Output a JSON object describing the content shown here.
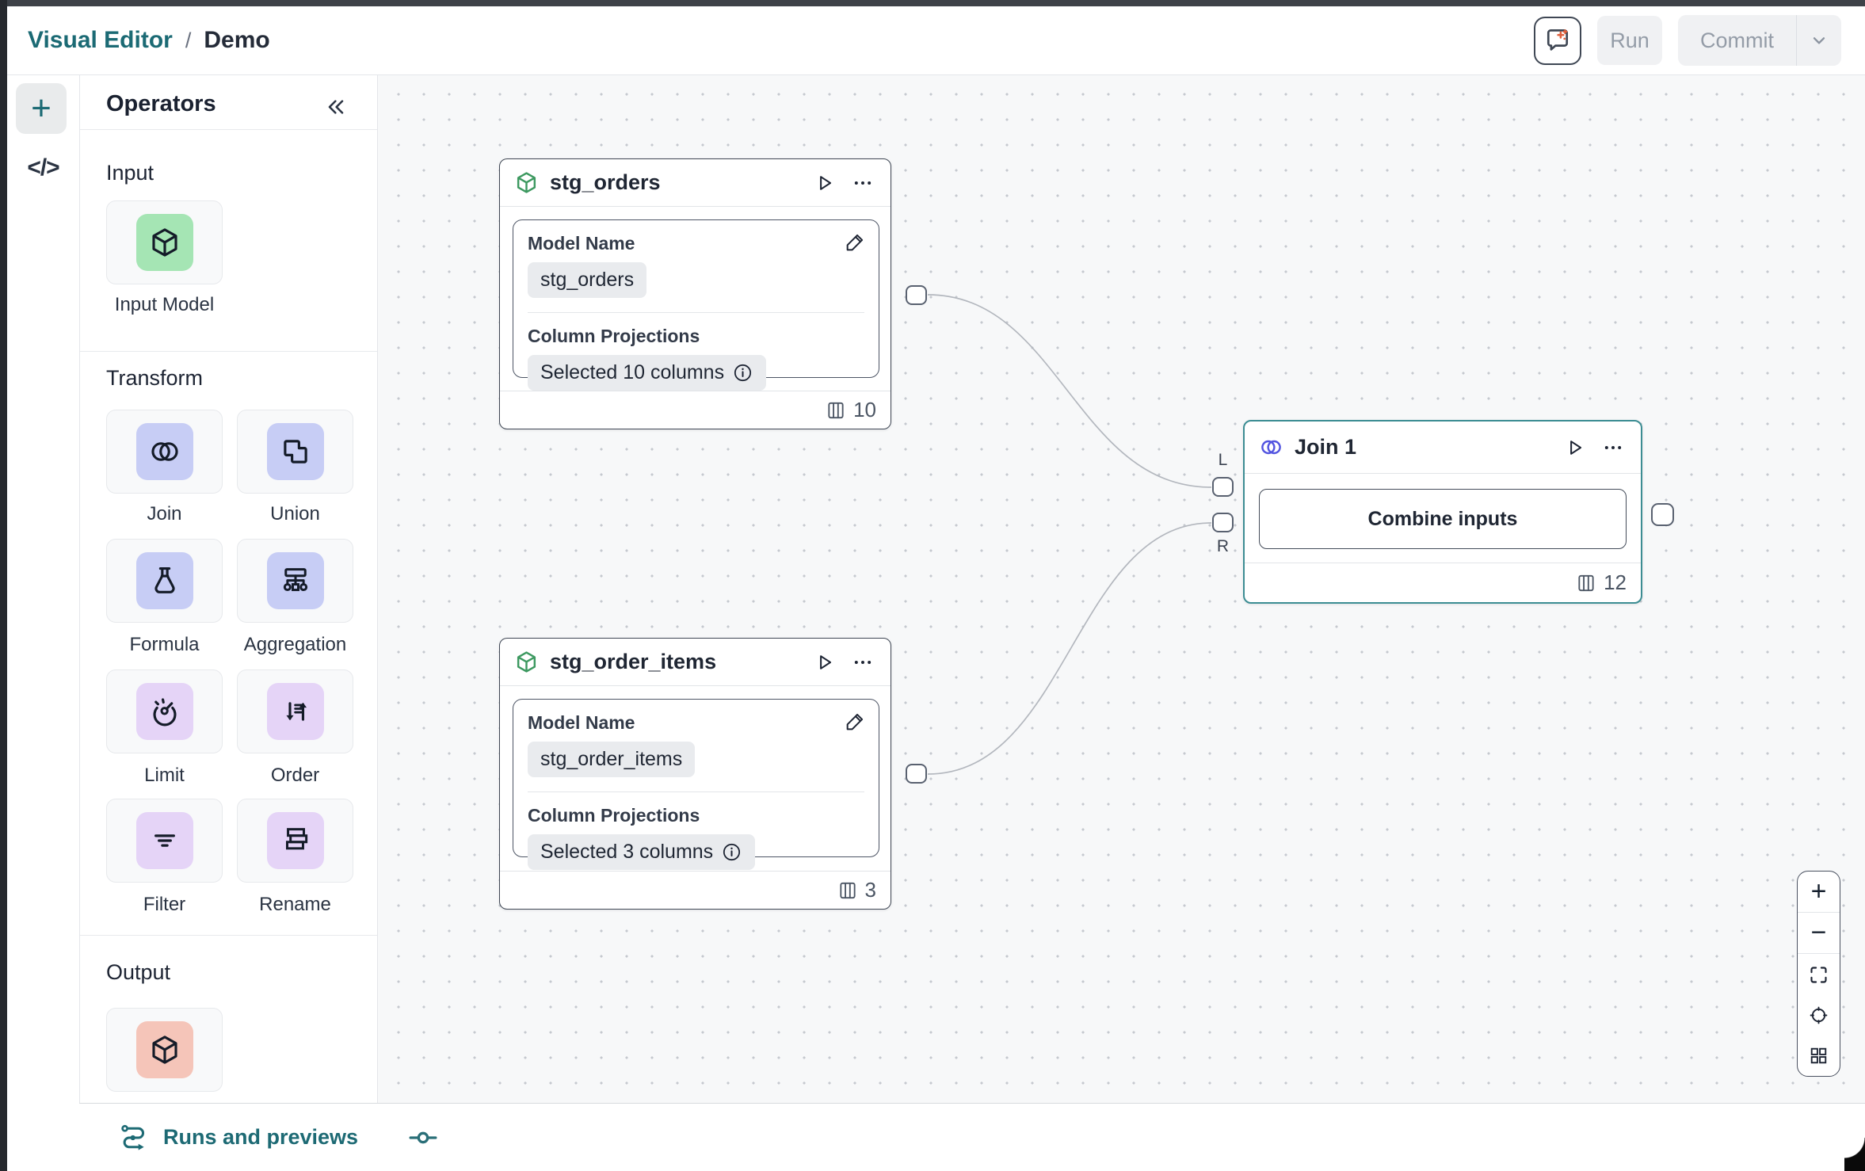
{
  "header": {
    "breadcrumb_root": "Visual Editor",
    "breadcrumb_separator": "/",
    "breadcrumb_current": "Demo",
    "run_label": "Run",
    "commit_label": "Commit"
  },
  "rail": {
    "add_glyph": "+",
    "code_glyph": "</>"
  },
  "operators": {
    "title": "Operators",
    "sections": {
      "input": "Input",
      "transform": "Transform",
      "output": "Output"
    },
    "items": {
      "input_model": "Input Model",
      "join": "Join",
      "union": "Union",
      "formula": "Formula",
      "aggregation": "Aggregation",
      "limit": "Limit",
      "order": "Order",
      "filter": "Filter",
      "rename": "Rename"
    }
  },
  "nodes": {
    "stg_orders": {
      "title": "stg_orders",
      "model_name_label": "Model Name",
      "model_name_value": "stg_orders",
      "projections_label": "Column Projections",
      "projections_value": "Selected 10 columns",
      "column_count": "10"
    },
    "stg_order_items": {
      "title": "stg_order_items",
      "model_name_label": "Model Name",
      "model_name_value": "stg_order_items",
      "projections_label": "Column Projections",
      "projections_value": "Selected 3 columns",
      "column_count": "3"
    },
    "join": {
      "title": "Join 1",
      "button_label": "Combine inputs",
      "column_count": "12",
      "left_port_label": "L",
      "right_port_label": "R"
    }
  },
  "zoom_controls": {
    "zoom_in_glyph": "+",
    "zoom_out_glyph": "−"
  },
  "bottom_bar": {
    "runs_label": "Runs and previews"
  },
  "colors": {
    "brand_teal": "#1b6a74",
    "selection_teal": "#3c8d93",
    "sparkle_orange": "#e0603c",
    "input_tile_green": "#a5e5b4",
    "transform_tile_lavender": "#c7cdf5",
    "transform_tile_purple": "#e5d4f7",
    "output_tile_salmon": "#f5c5b9",
    "node_cube_green": "#3d9960",
    "join_icon_indigo": "#5355e0"
  }
}
